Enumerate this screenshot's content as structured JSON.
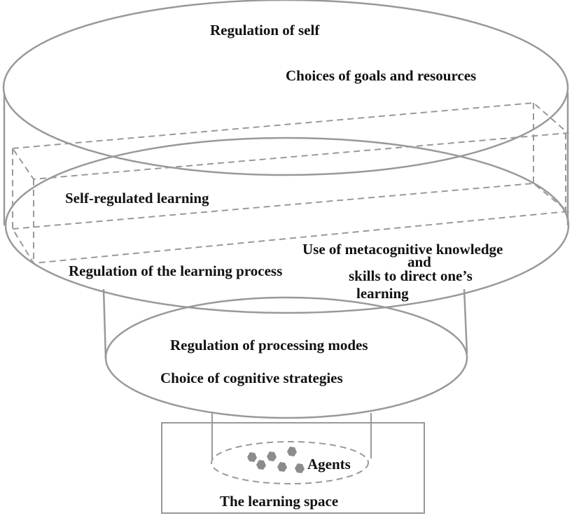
{
  "labels": {
    "top_title": "Regulation of self",
    "top_sub": "Choices of goals and resources",
    "srl": "Self-regulated learning",
    "metacog_line1": "Use of metacognitive knowledge",
    "metacog_line2": "and",
    "metacog_line3": "skills to direct one’s",
    "metacog_line4": "learning",
    "learning_process": "Regulation of the learning process",
    "processing_modes": "Regulation of processing modes",
    "cognitive_strategies": "Choice of cognitive strategies",
    "agents": "Agents",
    "learning_space": "The learning space"
  },
  "colors": {
    "stroke": "#999999",
    "text": "#111111",
    "agent_fill": "#8c8c8c"
  }
}
